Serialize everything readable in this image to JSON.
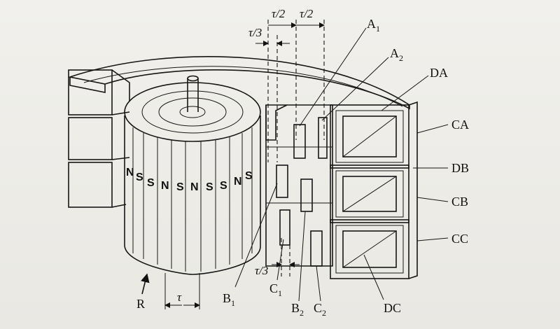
{
  "poles": [
    "N",
    "S",
    "S",
    "N",
    "S",
    "N",
    "S",
    "S",
    "N",
    "S"
  ],
  "labels": {
    "tau": "τ",
    "tau_half": "τ/2",
    "tau_third": "τ/3",
    "R": "R",
    "A1": {
      "base": "A",
      "sub": "1"
    },
    "A2": {
      "base": "A",
      "sub": "2"
    },
    "B1": {
      "base": "B",
      "sub": "1"
    },
    "B2": {
      "base": "B",
      "sub": "2"
    },
    "C1": {
      "base": "C",
      "sub": "1"
    },
    "C2": {
      "base": "C",
      "sub": "2"
    },
    "DA": "DA",
    "CA": "CA",
    "DB": "DB",
    "CB": "CB",
    "CC": "CC",
    "DC": "DC"
  }
}
